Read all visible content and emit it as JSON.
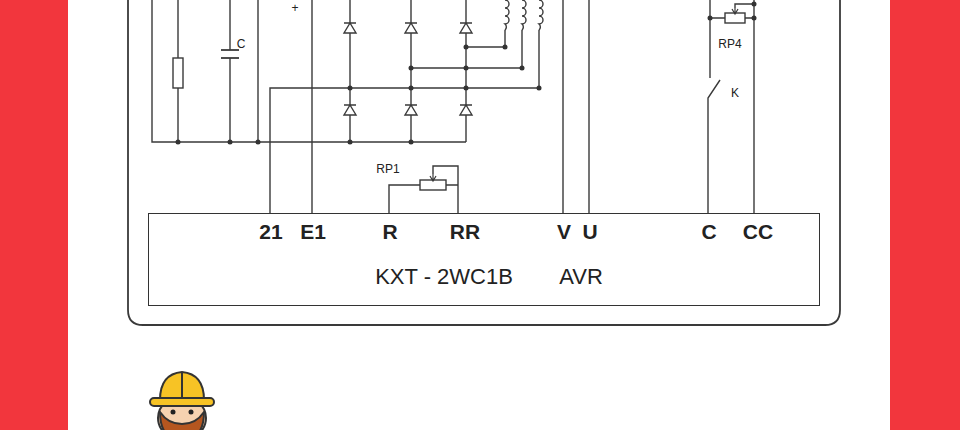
{
  "diagram": {
    "nodes": [
      {
        "text": [
          "21",
          "E1",
          "R",
          "RR",
          "V",
          "U",
          "C",
          "CC",
          "KXT - 2WC1B",
          "AVR"
        ]
      }
    ],
    "labels": [
      "+",
      "C",
      "RP1",
      "RP4",
      "K"
    ]
  }
}
